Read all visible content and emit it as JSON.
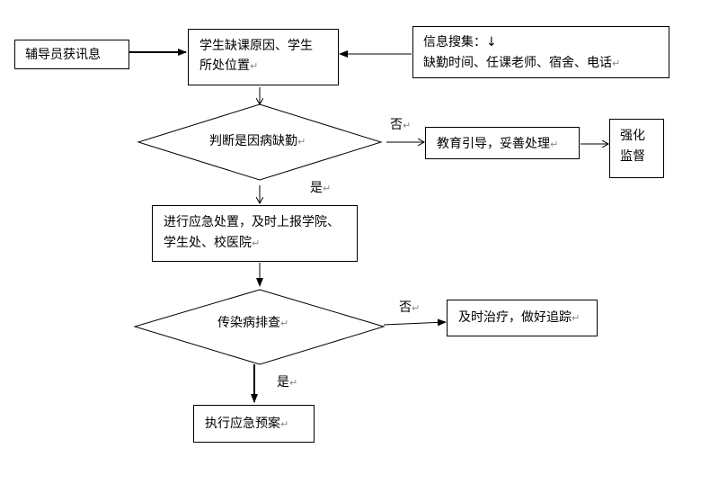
{
  "nodes": {
    "counselor": "辅导员获讯息",
    "reason": [
      "学生缺课原因、学生",
      "所处位置"
    ],
    "info": [
      "信息搜集：↓",
      "缺勤时间、任课老师、宿舍、电话"
    ],
    "sick_check": "判断是因病缺勤",
    "educate": "教育引导，妥善处理",
    "supervise": [
      "强化",
      "监督"
    ],
    "emergency": [
      "进行应急处置，及时上报学院、",
      "学生处、校医院"
    ],
    "infectious_check": "传染病排查",
    "treat": "及时治疗，做好追踪",
    "execute": "执行应急预案"
  },
  "edge_labels": {
    "no1": "否",
    "yes1": "是",
    "no2": "否",
    "yes2": "是"
  },
  "para_mark": "↵"
}
